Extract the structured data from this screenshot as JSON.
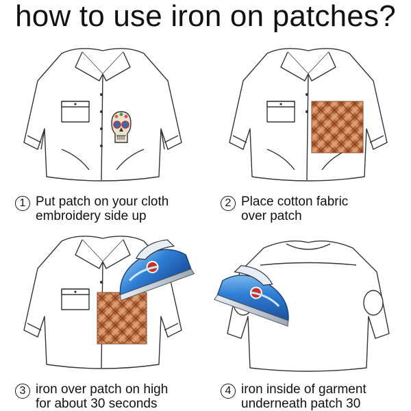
{
  "title": "how to use iron on patches?",
  "steps": [
    {
      "number": "1",
      "line1": "Put patch on your cloth",
      "line2": "embroidery side up"
    },
    {
      "number": "2",
      "line1": "Place cotton fabric",
      "line2": "over patch"
    },
    {
      "number": "3",
      "line1": "iron over patch on high",
      "line2": "for about 30 seconds"
    },
    {
      "number": "4",
      "line1": "iron inside of garment",
      "line2": "underneath patch 30"
    }
  ],
  "colors": {
    "outline": "#333333",
    "plaid_base": "#b5653a",
    "plaid_light": "#e2a679",
    "iron_blue": "#2f7fd6",
    "iron_light": "#8cc3f0",
    "iron_red": "#c8322c",
    "skull_base": "#e9e2cf"
  },
  "icons": [
    "shirt-front",
    "shirt-back",
    "skull-patch",
    "plaid-fabric",
    "steam-iron"
  ]
}
